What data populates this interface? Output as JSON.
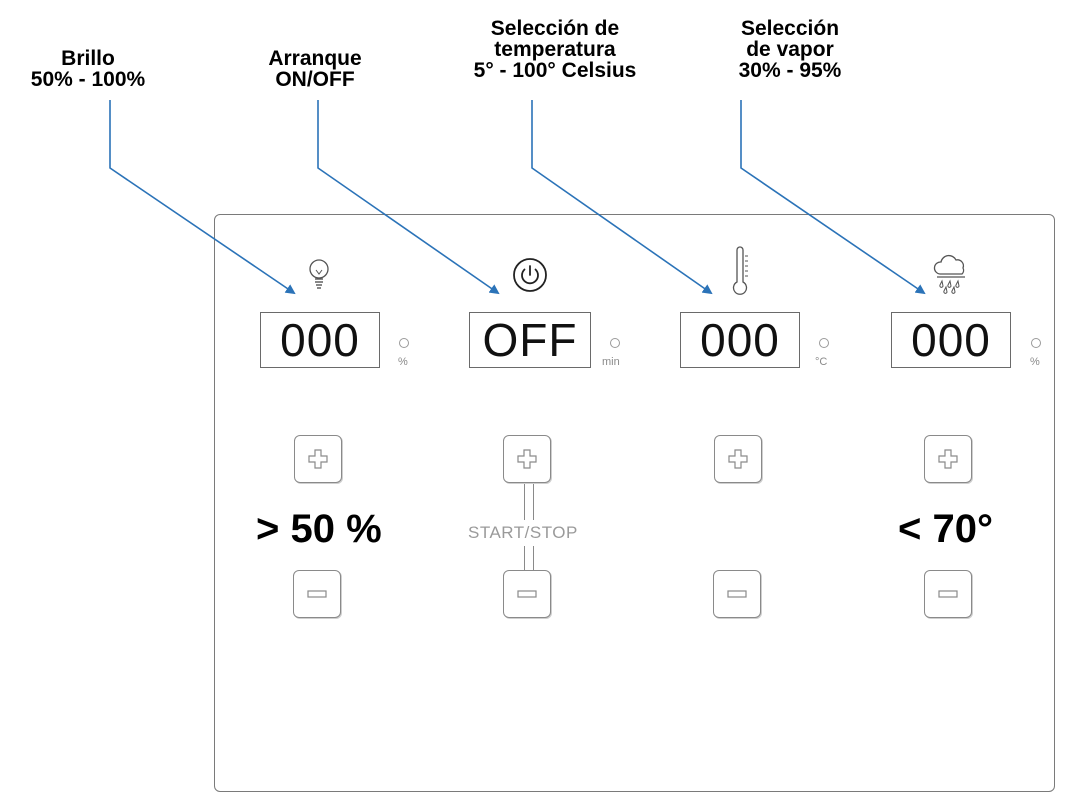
{
  "annotations": {
    "brillo": [
      "Brillo",
      "50% - 100%"
    ],
    "arranque": [
      "Arranque",
      "ON/OFF"
    ],
    "temperatura": [
      "Selección de",
      "temperatura",
      "5° - 100° Celsius"
    ],
    "vapor": [
      "Selección",
      "de vapor",
      "30% - 95%"
    ]
  },
  "displays": {
    "brightness": {
      "value": "000",
      "unit": "%"
    },
    "power": {
      "value": "OFF",
      "unit": "min"
    },
    "temperature": {
      "value": "000",
      "unit": "°C"
    },
    "steam": {
      "value": "000",
      "unit": "%"
    }
  },
  "overlays": {
    "brightness_note": "> 50 %",
    "steam_note": "< 70°"
  },
  "labels": {
    "start_stop": "START/STOP"
  },
  "colors": {
    "arrow": "#2b73b8",
    "panel_border": "#7a7a7a"
  },
  "icons": [
    "lightbulb-icon",
    "power-icon",
    "thermometer-icon",
    "rain-cloud-icon",
    "plus-icon",
    "minus-icon"
  ]
}
